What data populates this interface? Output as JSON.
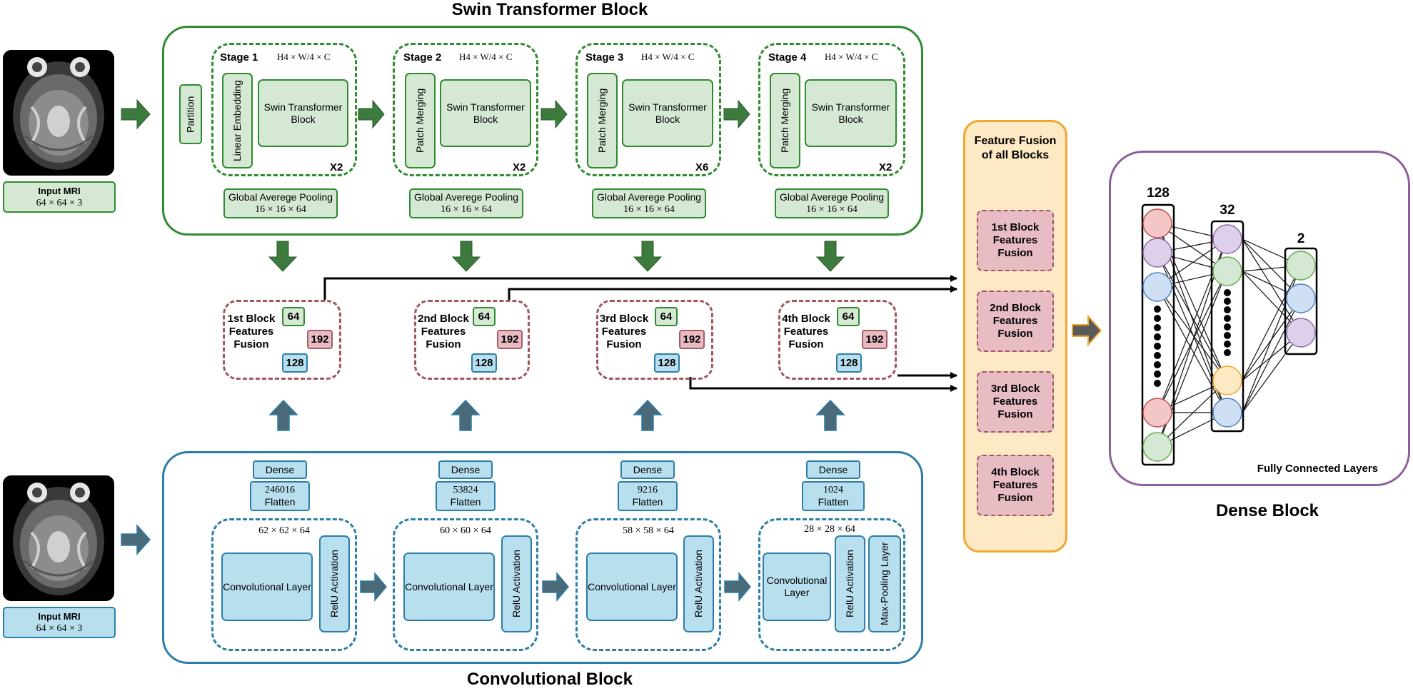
{
  "titles": {
    "swin": "Swin Transformer Block",
    "conv": "Convolutional Block",
    "dense": "Dense Block"
  },
  "input": {
    "label": "Input MRI",
    "dims": "64 × 64 × 3"
  },
  "swin": {
    "partition": "Partition",
    "dim_formula": "H4 × W/4 × C",
    "stages": [
      {
        "name": "Stage 1",
        "embed": "Linear Embedding",
        "block": "Swin Transformer Block",
        "repeat": "X2",
        "pool": "Global Averege Pooling",
        "pool_dims": "16 × 16 × 64"
      },
      {
        "name": "Stage 2",
        "embed": "Patch Merging",
        "block": "Swin Transformer Block",
        "repeat": "X2",
        "pool": "Global Averege Pooling",
        "pool_dims": "16 × 16 × 64"
      },
      {
        "name": "Stage 3",
        "embed": "Patch Merging",
        "block": "Swin Transformer Block",
        "repeat": "X6",
        "pool": "Global Averege Pooling",
        "pool_dims": "16 × 16 × 64"
      },
      {
        "name": "Stage 4",
        "embed": "Patch Merging",
        "block": "Swin Transformer Block",
        "repeat": "X2",
        "pool": "Global Averege Pooling",
        "pool_dims": "16 × 16 × 64"
      }
    ]
  },
  "fusion_blocks": [
    {
      "label": "1st Block Features Fusion",
      "a": "64",
      "b": "192",
      "c": "128"
    },
    {
      "label": "2nd Block Features Fusion",
      "a": "64",
      "b": "192",
      "c": "128"
    },
    {
      "label": "3rd Block Features Fusion",
      "a": "64",
      "b": "192",
      "c": "128"
    },
    {
      "label": "4th Block Features Fusion",
      "a": "64",
      "b": "192",
      "c": "128"
    }
  ],
  "conv": {
    "stages": [
      {
        "dims": "62 × 62 × 64",
        "layer": "Convolutional Layer",
        "act": "RelU Activation",
        "dense": "Dense",
        "flatten_n": "246016",
        "flatten": "Flatten"
      },
      {
        "dims": "60 × 60 × 64",
        "layer": "Convolutional Layer",
        "act": "RelU Activation",
        "dense": "Dense",
        "flatten_n": "53824",
        "flatten": "Flatten"
      },
      {
        "dims": "58 × 58 × 64",
        "layer": "Convolutional Layer",
        "act": "RelU Activation",
        "dense": "Dense",
        "flatten_n": "9216",
        "flatten": "Flatten"
      },
      {
        "dims": "28 × 28 × 64",
        "layer": "Convolutional Layer",
        "act": "RelU Activation",
        "pool": "Max-Pooling Layer",
        "dense": "Dense",
        "flatten_n": "1024",
        "flatten": "Flatten"
      }
    ]
  },
  "feature_fusion": {
    "title": "Feature Fusion of all Blocks",
    "items": [
      "1st Block Features Fusion",
      "2nd Block Features Fusion",
      "3rd Block Features Fusion",
      "4th Block Features Fusion"
    ]
  },
  "dense": {
    "layer_sizes": [
      "128",
      "32",
      "2"
    ],
    "caption": "Fully Connected Layers"
  },
  "colors": {
    "swin_green": "#2e8b2e",
    "swin_fill": "#d5e8d4",
    "conv_blue": "#2c7ea8",
    "conv_fill": "#b8dfee",
    "fusion_red": "#a0555f",
    "fusion_fill": "#e8bcc3",
    "feature_orange": "#f0a830",
    "feature_fill": "#fde9c4",
    "dense_purple": "#8e5fa0"
  }
}
